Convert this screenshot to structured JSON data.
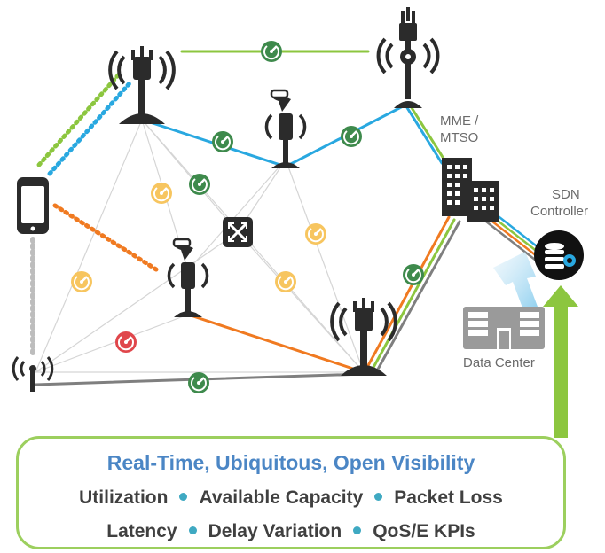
{
  "labels": {
    "mme": "MME /",
    "mtso": "MTSO",
    "sdn": "SDN",
    "controller": "Controller",
    "data_center": "Data Center"
  },
  "panel": {
    "title": "Real-Time, Ubiquitous, Open Visibility",
    "row1": [
      "Utilization",
      "Available Capacity",
      "Packet Loss"
    ],
    "row2": [
      "Latency",
      "Delay Variation",
      "QoS/E KPIs"
    ]
  },
  "colors": {
    "green_link": "#8cc63f",
    "blue_link": "#29a8e0",
    "orange_link": "#f07a21",
    "gray_link": "#7f7f7f",
    "gauge_green": "#3e8a4c",
    "gauge_yellow": "#f7c55f",
    "gauge_red": "#e0464b",
    "accent_blue": "#4b86c5",
    "panel_border": "#9ccf5e"
  }
}
